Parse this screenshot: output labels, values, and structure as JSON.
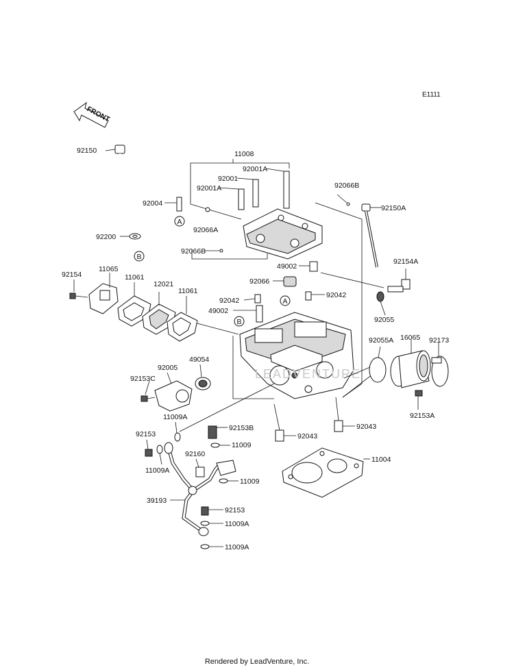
{
  "diagram_id": "E1111",
  "front_label": "FRONT",
  "footer": "Rendered by LeadVenture, Inc.",
  "watermark": "LEADVENTURE",
  "callouts": {
    "A": "A",
    "B": "B"
  },
  "parts": {
    "p11008": "11008",
    "p92001A_top": "92001A",
    "p92001": "92001",
    "p92001A_left": "92001A",
    "p92066B_right": "92066B",
    "p92150": "92150",
    "p92004": "92004",
    "p92066A": "92066A",
    "p92066B_left": "92066B",
    "p92150A": "92150A",
    "p92200": "92200",
    "p49002_top": "49002",
    "p92154A": "92154A",
    "p92154": "92154",
    "p11065": "11065",
    "p11061_a": "11061",
    "p12021": "12021",
    "p11061_b": "11061",
    "p92066": "92066",
    "p92042_a": "92042",
    "p92042_b": "92042",
    "p49002_mid": "49002",
    "p92055": "92055",
    "p92055A": "92055A",
    "p16065": "16065",
    "p92173": "92173",
    "p92005": "92005",
    "p49054": "49054",
    "p92153C": "92153C",
    "p92153A": "92153A",
    "p11009A_a": "11009A",
    "p92153B": "92153B",
    "p92153_a": "92153",
    "p11009_a": "11009",
    "p92043_a": "92043",
    "p92043_b": "92043",
    "p11009A_b": "11009A",
    "p92160": "92160",
    "p11004": "11004",
    "p11009_b": "11009",
    "p39193": "39193",
    "p92153_b": "92153",
    "p11009A_c": "11009A",
    "p11009A_d": "11009A"
  }
}
